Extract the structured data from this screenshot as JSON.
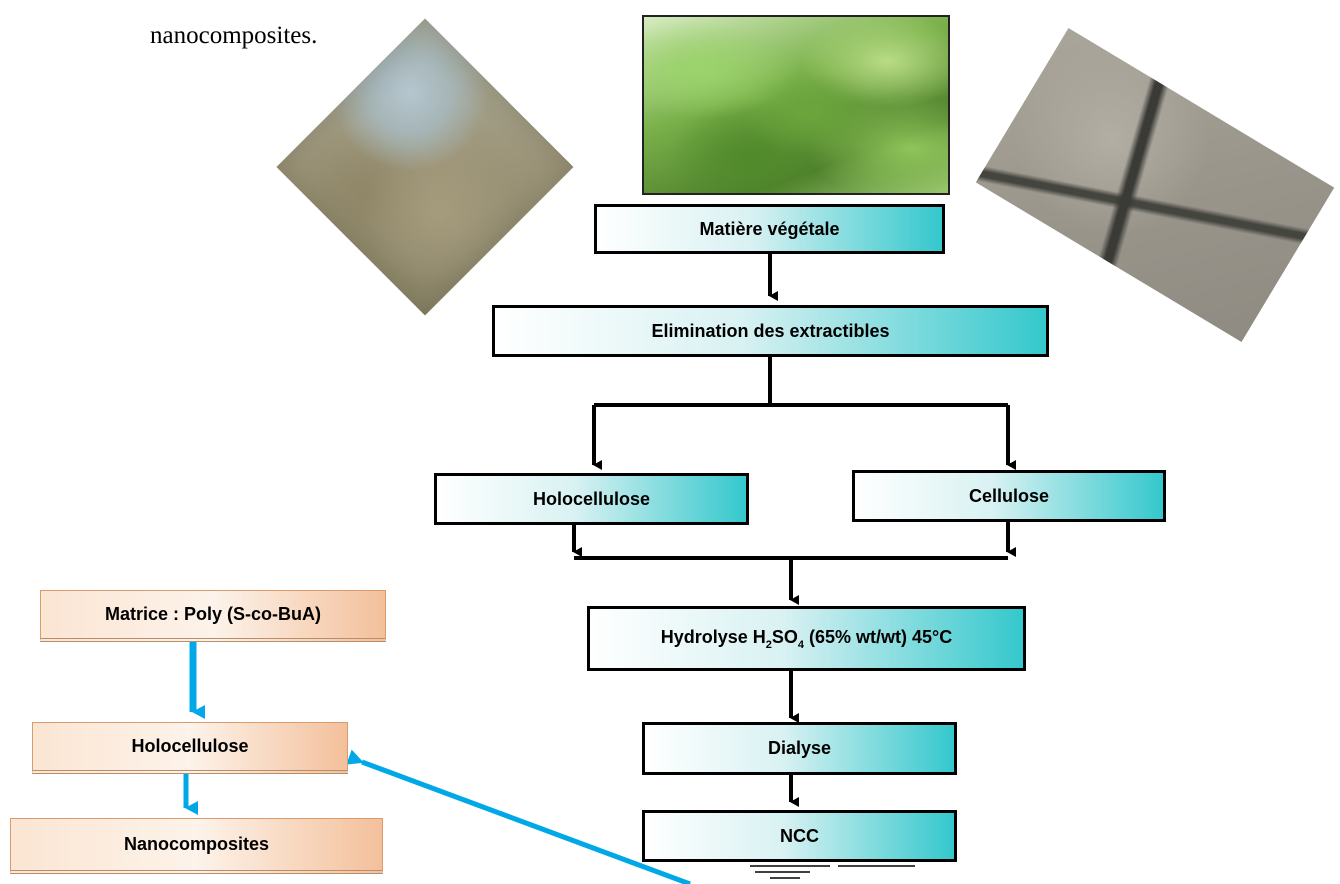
{
  "intro_text": "nanocomposites.",
  "flow": {
    "step1": "Matière végétale",
    "step2": "Elimination des  extractibles",
    "branch_left": "Holocellulose",
    "branch_right": "Cellulose",
    "step4_prefix": "Hydrolyse H",
    "step4_sub1": "2",
    "step4_mid": "SO",
    "step4_sub2": "4",
    "step4_suffix": " (65% wt/wt) 45°C",
    "step5": "Dialyse",
    "step6": "NCC"
  },
  "side": {
    "matrix": "Matrice : Poly (S-co-BuA)",
    "holocellulose": "Holocellulose",
    "nanocomposites": "Nanocomposites"
  },
  "colors": {
    "box_gradient_end": "#34c8cc",
    "side_box": "#fbe5d3",
    "blue_arrow": "#00a8e8"
  }
}
